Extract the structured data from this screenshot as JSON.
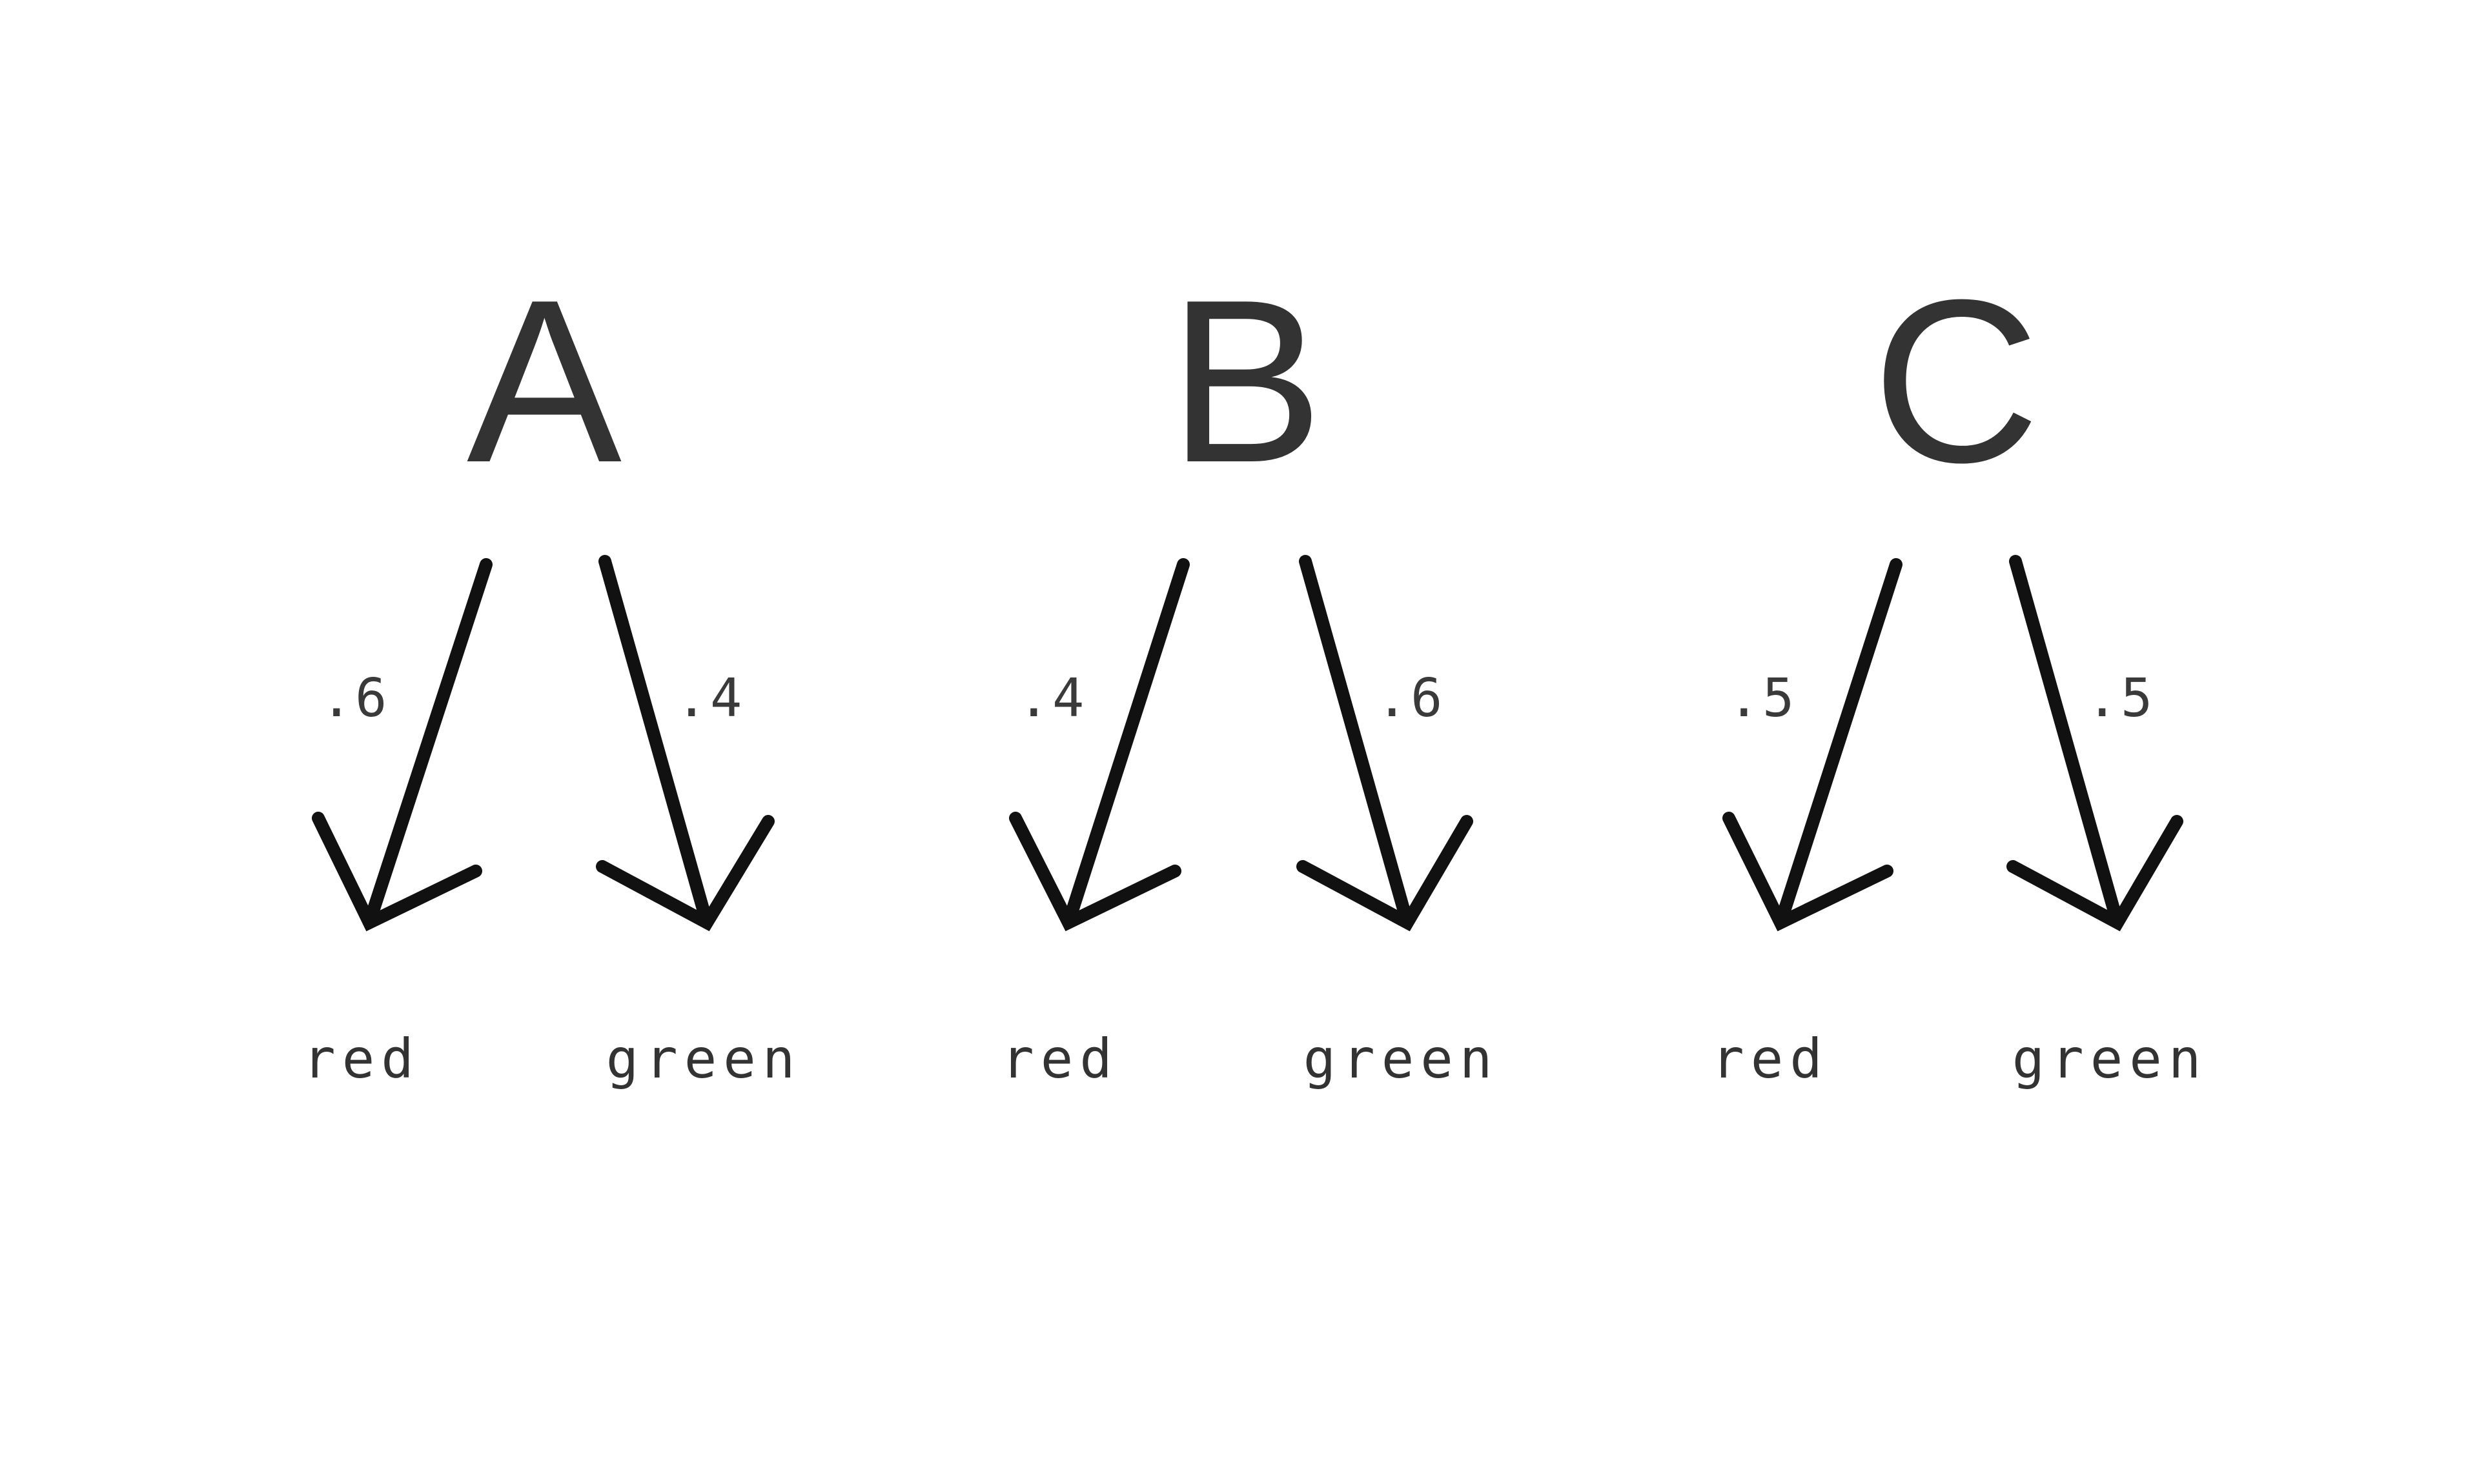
{
  "groups": [
    {
      "letter": "A",
      "branches": [
        {
          "probability": ".6",
          "outcome": "red"
        },
        {
          "probability": ".4",
          "outcome": "green"
        }
      ]
    },
    {
      "letter": "B",
      "branches": [
        {
          "probability": ".4",
          "outcome": "red"
        },
        {
          "probability": ".6",
          "outcome": "green"
        }
      ]
    },
    {
      "letter": "C",
      "branches": [
        {
          "probability": ".5",
          "outcome": "red"
        },
        {
          "probability": ".5",
          "outcome": "green"
        }
      ]
    }
  ],
  "colors": {
    "arrow": "#111111",
    "text": "#333333",
    "background": "#ffffff"
  }
}
